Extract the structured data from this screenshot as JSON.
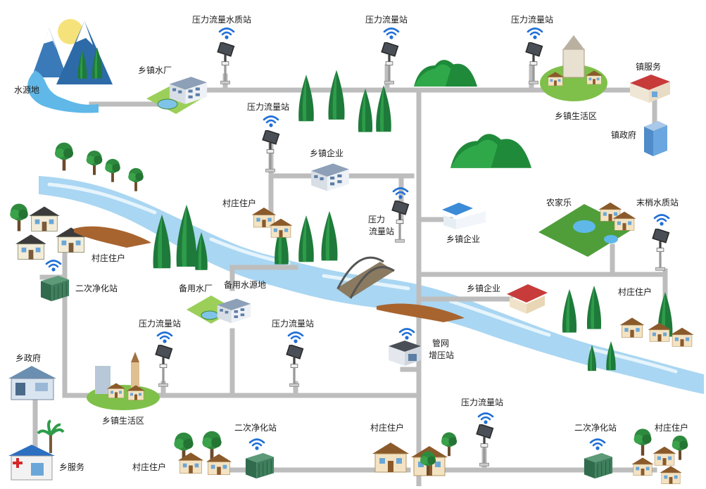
{
  "labels": {
    "water_source": "水源地",
    "water_plant": "乡镇水厂",
    "station_pfq_top": "压力流量水质站",
    "station_pf_top_mid": "压力流量站",
    "station_pf_top_right": "压力流量站",
    "town_service_top": "镇服务",
    "town_living_top": "乡镇生活区",
    "town_gov_top": "镇政府",
    "station_pf_mid_left": "压力流量站",
    "enterprise_top": "乡镇企业",
    "village_left": "村庄住户",
    "village_mid": "村庄住户",
    "station_pf_mid_right_1": "压力",
    "station_pf_mid_right_2": "流量站",
    "enterprise_mid": "乡镇企业",
    "farm_stay": "农家乐",
    "tail_quality_station": "末梢水质站",
    "secondary_purify_left": "二次净化站",
    "backup_plant": "备用水厂",
    "backup_source": "备用水源地",
    "enterprise_lower": "乡镇企业",
    "village_right": "村庄住户",
    "station_pf_lower_left": "压力流量站",
    "station_pf_lower_mid": "压力流量站",
    "booster_1": "管网",
    "booster_2": "增压站",
    "township_gov": "乡政府",
    "township_living": "乡镇生活区",
    "station_pf_bottom": "压力流量站",
    "secondary_purify_bottom_mid": "二次净化站",
    "village_bottom_mid": "村庄住户",
    "village_bottom_left": "村庄住户",
    "secondary_purify_bottom_right": "二次净化站",
    "village_bottom_right": "村庄住户",
    "township_service": "乡服务"
  },
  "colors": {
    "pipe": "#bdbdbd",
    "river": "#a9d6f2",
    "river_light": "#e6f4fc",
    "tree_dark": "#1e7a3a",
    "tree_light": "#4fb848",
    "wifi": "#1f6fd6",
    "roof_red": "#c0392b",
    "container": "#3d7a5c"
  },
  "icons": [
    "mountain-icon",
    "water-plant-icon",
    "solar-station-icon",
    "wifi-signal-icon",
    "house-icon",
    "tree-icon",
    "bridge-icon",
    "container-station-icon",
    "booster-station-icon",
    "office-building-icon",
    "hospital-icon",
    "farm-stay-icon"
  ]
}
